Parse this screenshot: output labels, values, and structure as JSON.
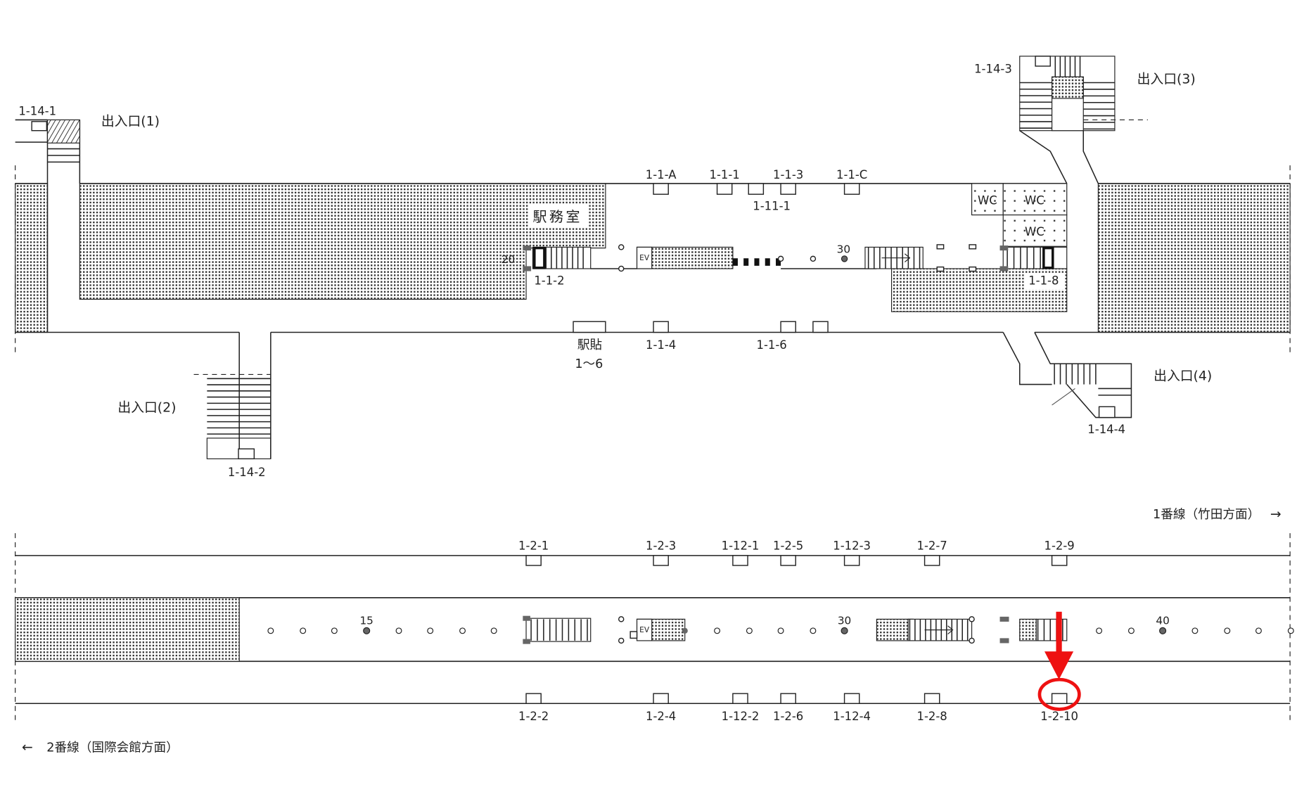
{
  "concourse": {
    "exits": {
      "exit1": "出入口(1)",
      "exit2": "出入口(2)",
      "exit3": "出入口(3)",
      "exit4": "出入口(4)",
      "exit1_code": "1-14-1",
      "exit2_code": "1-14-2",
      "exit3_code": "1-14-3",
      "exit4_code": "1-14-4"
    },
    "station_office": "駅務室",
    "toilet": "WC",
    "elevator": "EV",
    "top_spots": [
      "1-1-A",
      "1-1-1",
      "1-1-3",
      "1-1-C",
      "1-11-1"
    ],
    "bottom_spots": [
      "駅貼",
      "1～6",
      "1-1-4",
      "1-1-6"
    ],
    "stair_codes": [
      "1-1-2",
      "1-1-8"
    ],
    "markers": [
      "20",
      "30"
    ]
  },
  "platform": {
    "track1_direction": "1番線（竹田方面）",
    "track1_arrow": "→",
    "track2_direction": "2番線（国際会館方面）",
    "track2_arrow": "←",
    "top_spots": [
      "1-2-1",
      "1-2-3",
      "1-12-1",
      "1-2-5",
      "1-12-3",
      "1-2-7",
      "1-2-9"
    ],
    "bottom_spots": [
      "1-2-2",
      "1-2-4",
      "1-12-2",
      "1-2-6",
      "1-12-4",
      "1-2-8",
      "1-2-10"
    ],
    "markers": [
      "15",
      "30",
      "40"
    ],
    "highlighted_spot": "1-2-10"
  },
  "colors": {
    "highlight": "#ee1111",
    "line": "#222222",
    "marker_fill": "#666666"
  }
}
